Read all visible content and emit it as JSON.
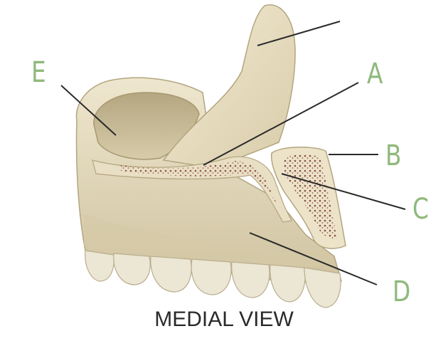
{
  "figure": {
    "caption": "MEDIAL VIEW",
    "labels": [
      {
        "id": "E",
        "text": "E"
      },
      {
        "id": "A",
        "text": "A"
      },
      {
        "id": "B",
        "text": "B"
      },
      {
        "id": "C",
        "text": "C"
      },
      {
        "id": "D",
        "text": "D"
      }
    ],
    "colors": {
      "bone": "#e6dcc1",
      "bone_shadow": "#cbbf9b",
      "bone_dark": "#a8986f",
      "marrow_dots": "#7a3a3a",
      "tooth": "#ece6d4",
      "leader_line": "#2a2a2a",
      "label_color": "#8fb97c"
    }
  }
}
